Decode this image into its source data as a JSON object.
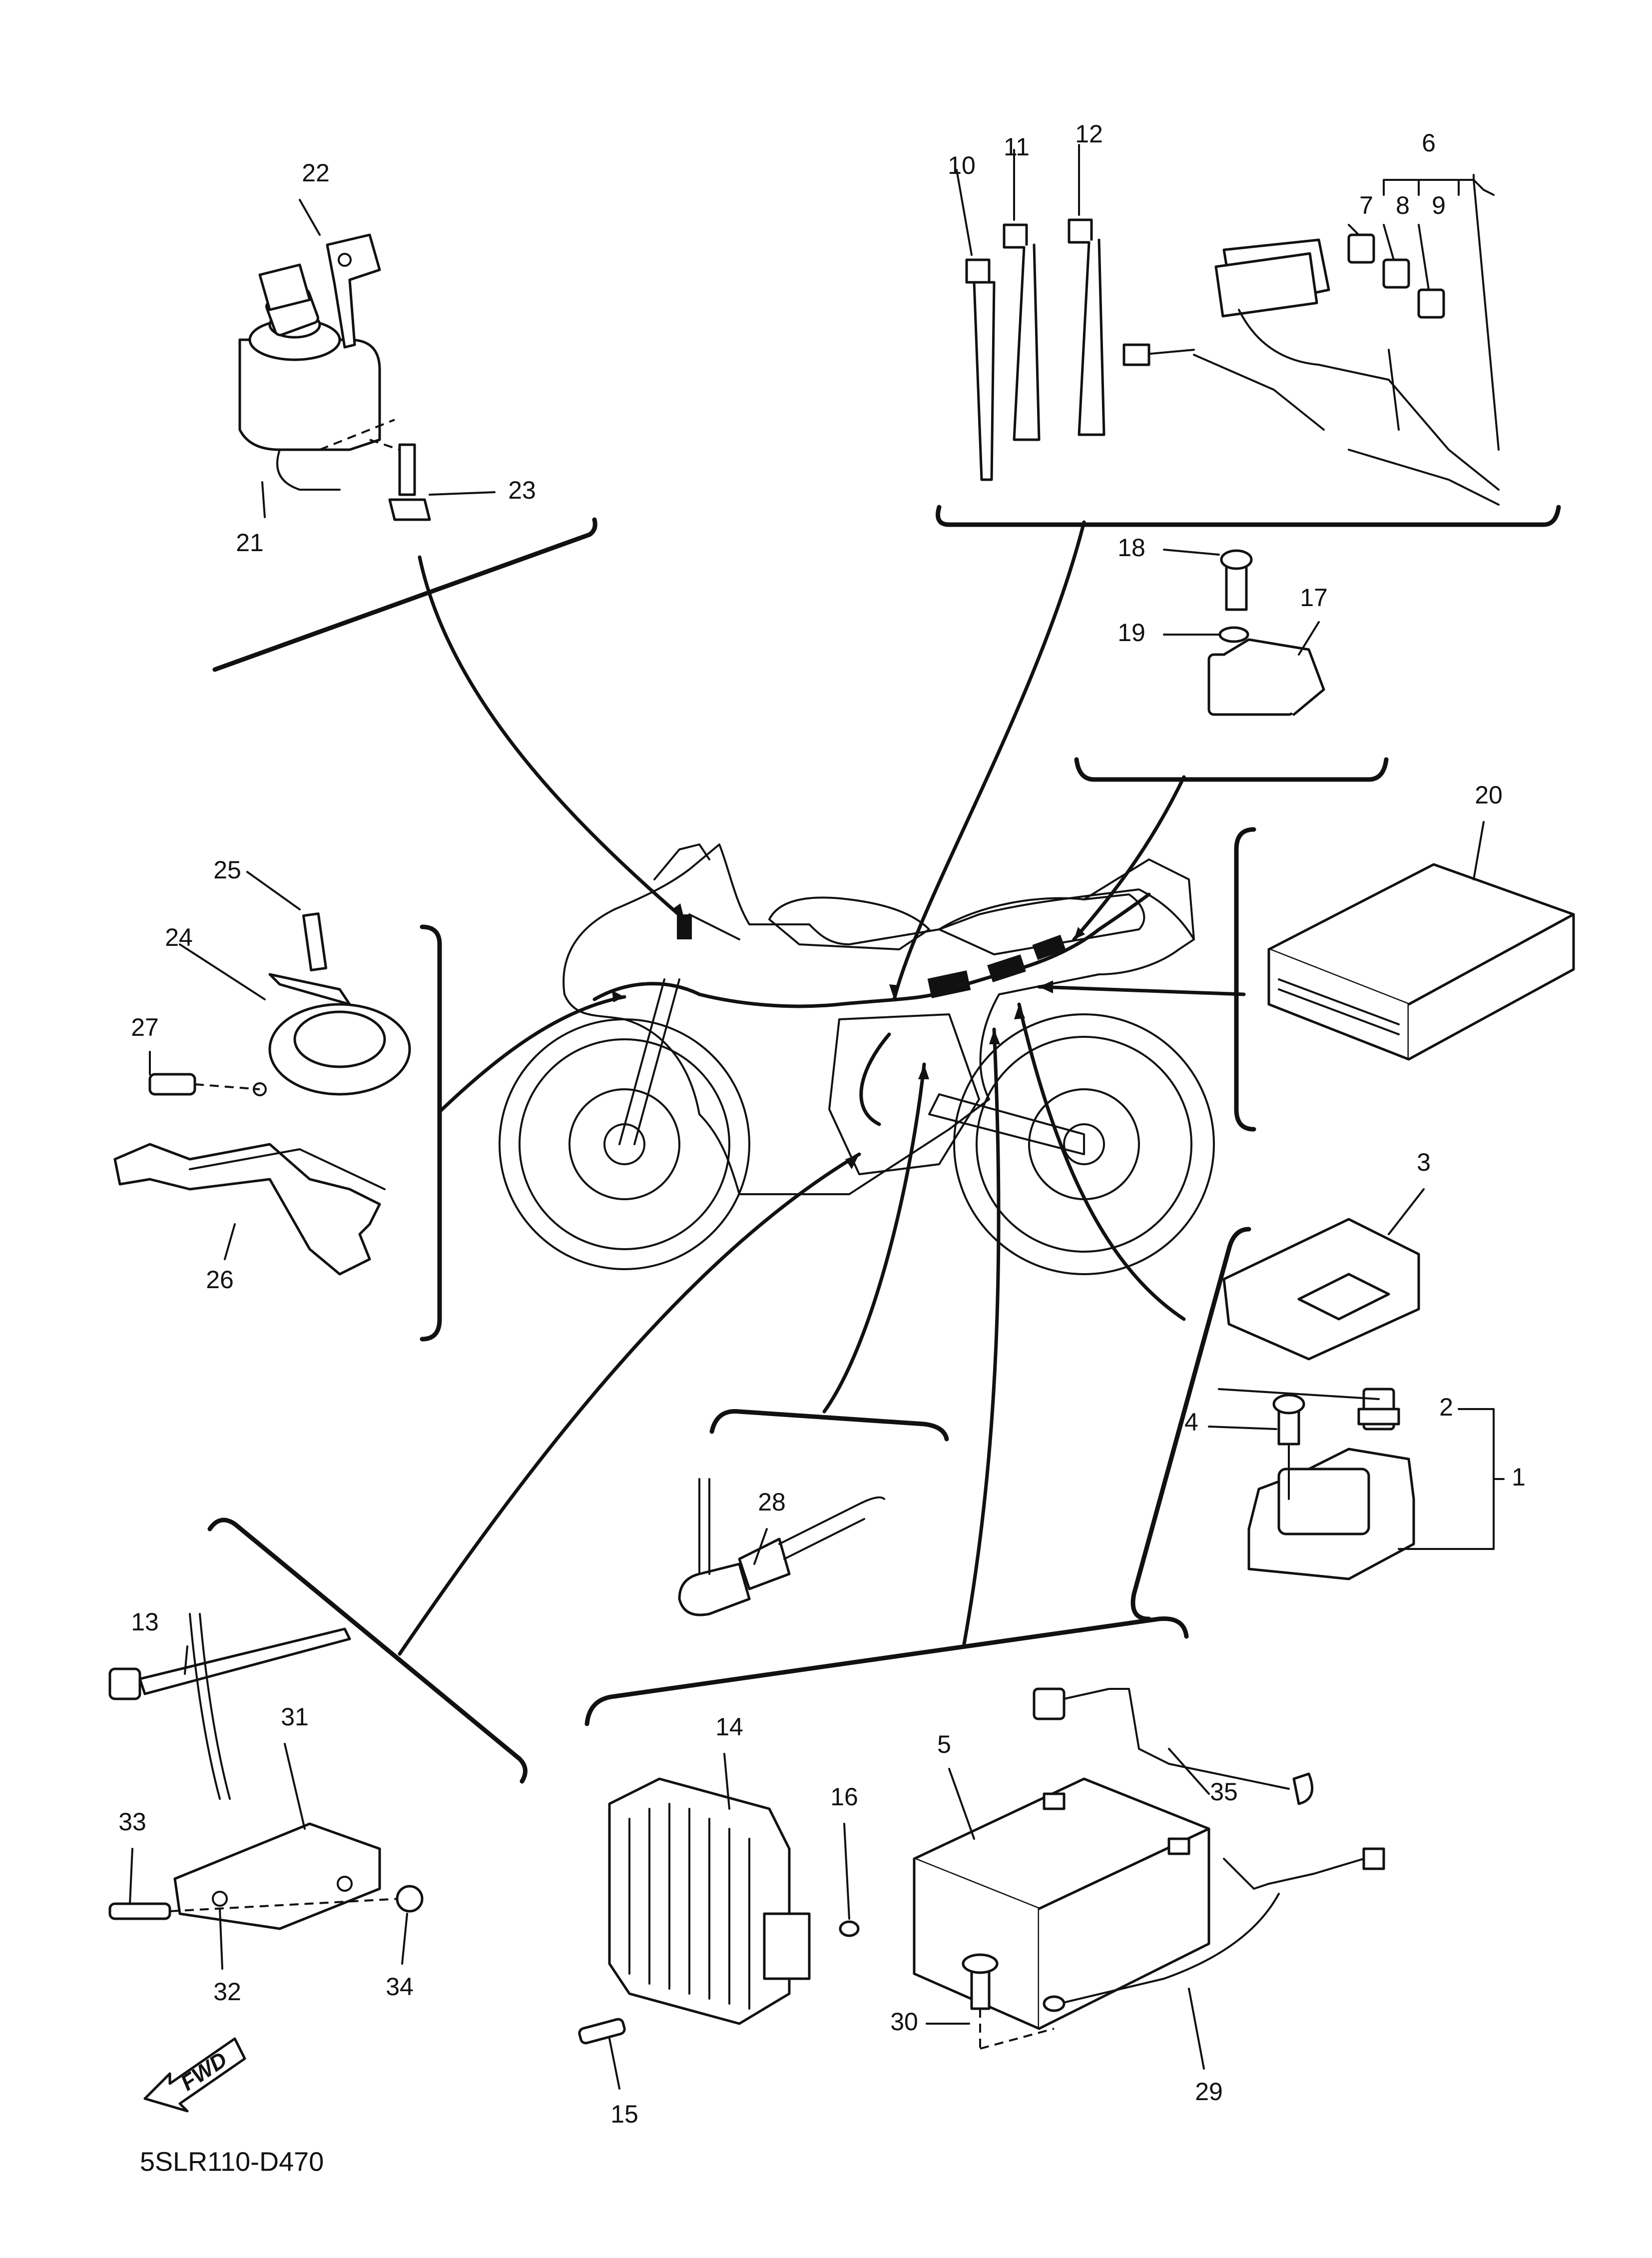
{
  "diagram_code": "5SLR110-D470",
  "fwd_label": "FWD",
  "callouts": {
    "c1": "1",
    "c2": "2",
    "c3": "3",
    "c4": "4",
    "c5": "5",
    "c6": "6",
    "c7": "7",
    "c8": "8",
    "c9": "9",
    "c10": "10",
    "c11": "11",
    "c12": "12",
    "c13": "13",
    "c14": "14",
    "c15": "15",
    "c16": "16",
    "c17": "17",
    "c18": "18",
    "c19": "19",
    "c20": "20",
    "c21": "21",
    "c22": "22",
    "c23": "23",
    "c24": "24",
    "c25": "25",
    "c26": "26",
    "c27": "27",
    "c28": "28",
    "c29": "29",
    "c30": "30",
    "c31": "31",
    "c32": "32",
    "c33": "33",
    "c34": "34",
    "c35": "35"
  }
}
